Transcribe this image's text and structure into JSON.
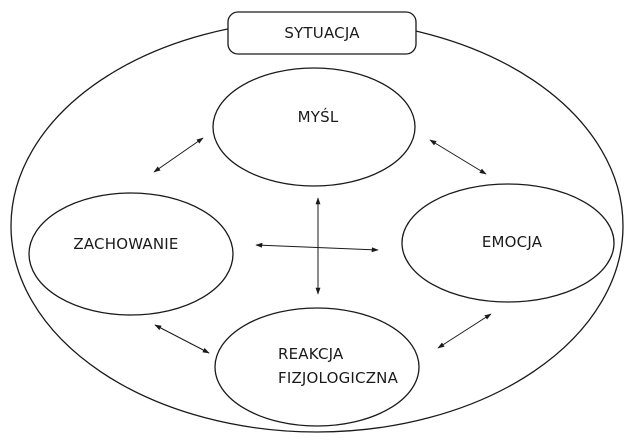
{
  "nodes": {
    "situation": "SYTUACJA",
    "thought": "MYŚL",
    "emotion": "EMOCJA",
    "behavior": "ZACHOWANIE",
    "physiological_line1": "REAKCJA",
    "physiological_line2": "FIZJOLOGICZNA"
  },
  "colors": {
    "stroke": "#1a1a1a",
    "fill": "#ffffff"
  }
}
